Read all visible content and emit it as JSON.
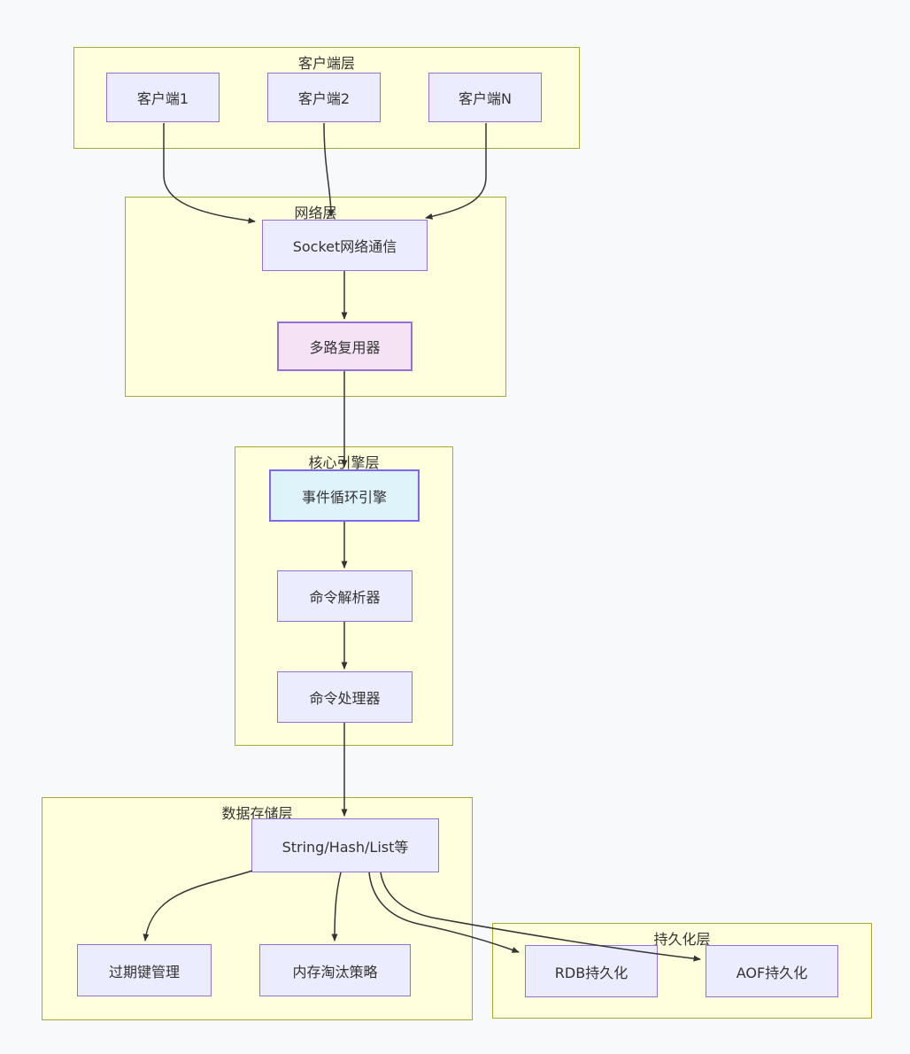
{
  "diagram": {
    "type": "flowchart",
    "background": "#f8f9fb",
    "colors": {
      "layer_fill": "#ffffde",
      "layer_border": "#aaaa33",
      "node_fill": "#ECECFF",
      "node_border": "#9370DB",
      "multiplexer_fill": "#F5E3F5",
      "event_loop_fill": "#DFF3FB",
      "event_loop_border": "#7B68EE",
      "edge_stroke": "#333333",
      "text": "#333333"
    },
    "layers": {
      "client": {
        "title": "客户端层"
      },
      "network": {
        "title": "网络层"
      },
      "core": {
        "title": "核心引擎层"
      },
      "storage": {
        "title": "数据存储层"
      },
      "persistence": {
        "title": "持久化层"
      }
    },
    "nodes": {
      "client1": {
        "label": "客户端1"
      },
      "client2": {
        "label": "客户端2"
      },
      "clientN": {
        "label": "客户端N"
      },
      "socket": {
        "label": "Socket网络通信"
      },
      "multiplexer": {
        "label": "多路复用器"
      },
      "event_loop": {
        "label": "事件循环引擎"
      },
      "parser": {
        "label": "命令解析器"
      },
      "processor": {
        "label": "命令处理器"
      },
      "datatypes": {
        "label": "String/Hash/List等"
      },
      "expire": {
        "label": "过期键管理"
      },
      "eviction": {
        "label": "内存淘汰策略"
      },
      "rdb": {
        "label": "RDB持久化"
      },
      "aof": {
        "label": "AOF持久化"
      }
    },
    "edges": [
      {
        "from": "client1",
        "to": "socket"
      },
      {
        "from": "client2",
        "to": "socket"
      },
      {
        "from": "clientN",
        "to": "socket"
      },
      {
        "from": "socket",
        "to": "multiplexer"
      },
      {
        "from": "multiplexer",
        "to": "event_loop"
      },
      {
        "from": "event_loop",
        "to": "parser"
      },
      {
        "from": "parser",
        "to": "processor"
      },
      {
        "from": "processor",
        "to": "datatypes"
      },
      {
        "from": "datatypes",
        "to": "expire"
      },
      {
        "from": "datatypes",
        "to": "eviction"
      },
      {
        "from": "datatypes",
        "to": "rdb"
      },
      {
        "from": "datatypes",
        "to": "aof"
      }
    ]
  }
}
